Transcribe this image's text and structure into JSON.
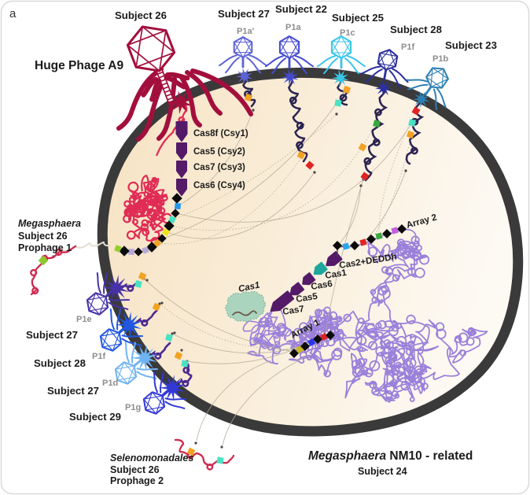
{
  "panel_label": "a",
  "huge_phage": {
    "subject": "Subject 26",
    "title": "Huge Phage A9",
    "color": "#a30f3d"
  },
  "top_phages": [
    {
      "subject": "Subject 27",
      "phage": "P1a'",
      "color": "#5c63d6"
    },
    {
      "subject": "Subject 22",
      "phage": "P1a",
      "color": "#454bd1"
    },
    {
      "subject": "Subject 25",
      "phage": "P1c",
      "color": "#38c6e8"
    },
    {
      "subject": "Subject 28",
      "phage": "P1f",
      "color": "#2b2f9d"
    },
    {
      "subject": "Subject 23",
      "phage": "P1b",
      "color": "#2e7fb4"
    }
  ],
  "left_phages": [
    {
      "subject": "Subject 27",
      "phage": "P1e",
      "color": "#4631a8"
    },
    {
      "subject": "Subject 28",
      "phage": "P1f",
      "color": "#2257e2"
    },
    {
      "subject": "Subject 27",
      "phage": "P1d",
      "color": "#6fb3f2"
    },
    {
      "subject": "Subject 29",
      "phage": "P1g",
      "color": "#3238d8"
    }
  ],
  "cas_system_f": [
    "Cas8f (Csy1)",
    "Cas5 (Csy2)",
    "Cas7 (Csy3)",
    "Cas6 (Csy4)"
  ],
  "cas_system_e": [
    "Cas7",
    "Cas5",
    "Cas6",
    "Cas1",
    "Cas2+DEDDh"
  ],
  "cas1_protein": "Cas1",
  "array1_label": "Array 1",
  "array2_label": "Array 2",
  "prophage1": {
    "line1": "Megasphaera",
    "line2": "Subject 26",
    "line3": "Prophage 1"
  },
  "prophage2": {
    "line1": "Selenomonadales",
    "line2": "Subject 26",
    "line3": "Prophage 2"
  },
  "host": {
    "genus": "Megasphaera",
    "rest": " NM10 - related",
    "subject": "Subject 24"
  },
  "colors": {
    "membrane": "#3a3a3a",
    "cell_fill_left": "#f6e2c2",
    "cell_fill_mid": "#f9ecd6",
    "cell_fill_right": "#fdf9f3",
    "injected_top_dna": "#2b2350",
    "injected_left_dna": "#4b2a92",
    "phage_red_dna": "#e02c55",
    "prophage_red": "#cf2a4e",
    "genome_purple": "#9b80da",
    "cas_gene_purple": "#541a68",
    "cas1_gene_teal": "#1ea79c",
    "repeat_black": "#0b0b0b",
    "connector_gray": "#b3a996",
    "cas1_protein_fill": "#abd4bf",
    "cas1_protein_edge": "#85bba4",
    "prophage1_marker": "#8fc92e",
    "card_border": "#d9d9d9"
  },
  "spacer_sequences": {
    "main_array": [
      "#2196ee",
      "#49e3c4",
      "#f2e51c",
      "#f2a224",
      "#b7a8da",
      "#b7a8da",
      "#96cc2e"
    ],
    "array1": [
      "#c9b71f",
      "#2836ea",
      "#e02424"
    ],
    "array2": [
      "#2aa6e8",
      "#e02424",
      "#3aa83e",
      "#c45fe0"
    ],
    "injected_top": [
      [
        "#f2a224"
      ],
      [
        "#f2a224",
        "#e02424"
      ],
      [
        "#f2a224",
        "#49e3c4"
      ],
      [
        "#3aa83e",
        "#f2a224",
        "#e02424"
      ],
      [
        "#e02424",
        "#49e3c4",
        "#f2a224"
      ]
    ],
    "injected_left": [
      [
        "#49e3c4",
        "#f2a224"
      ],
      [
        "#f2a224"
      ],
      [
        "#49e3c4"
      ],
      [
        "#49e3c4",
        "#f2a224"
      ]
    ],
    "prophage2_markers": [
      "#f2a224",
      "#49e3c4"
    ]
  }
}
